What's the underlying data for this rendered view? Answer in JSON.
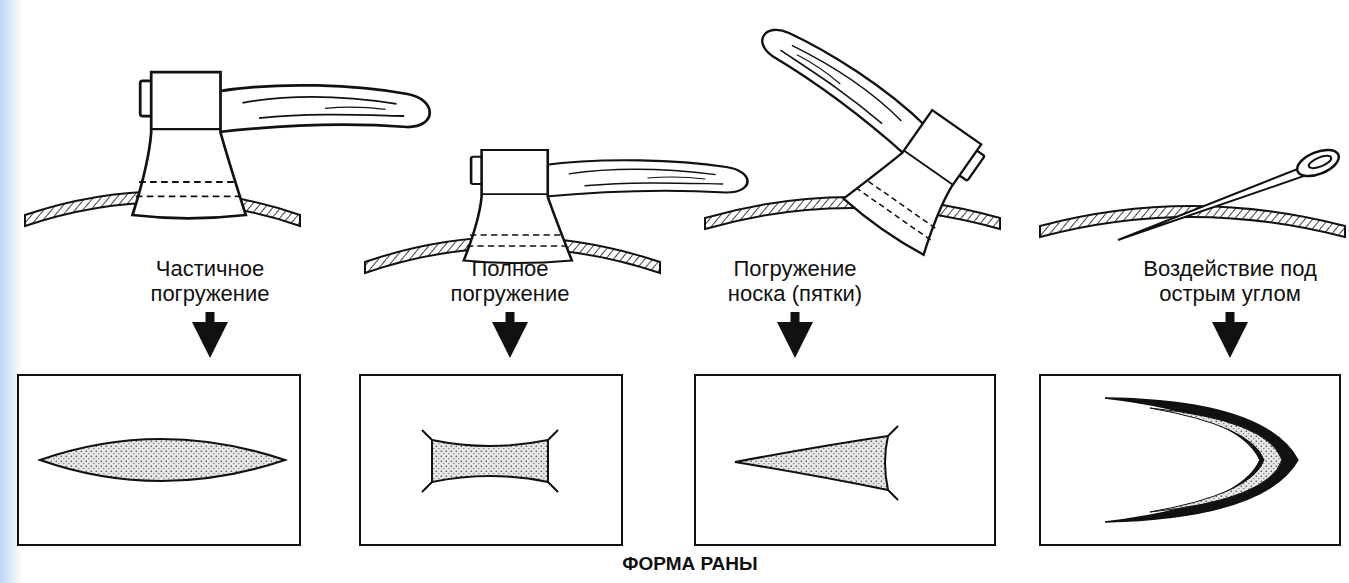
{
  "diagram": {
    "caption": "ФОРМА РАНЫ",
    "labels": [
      "Частичное погружение",
      "Полное погружение",
      "Погружение носка (пятки)",
      "Воздействие под острым углом"
    ]
  }
}
